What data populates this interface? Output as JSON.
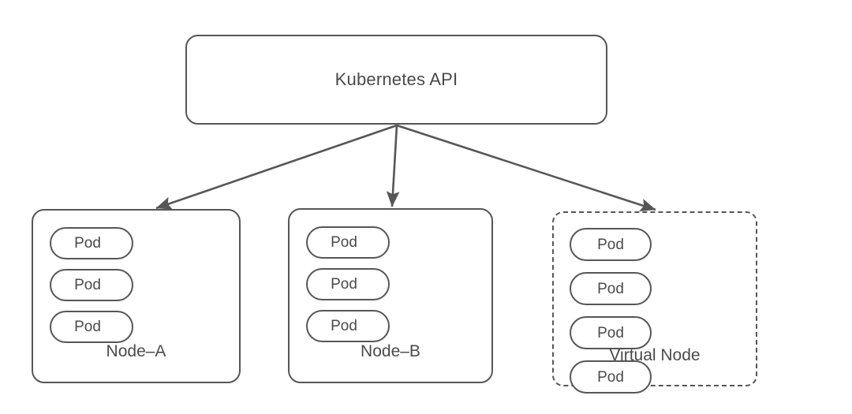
{
  "diagram": {
    "title_node": {
      "label": "Kubernetes API"
    },
    "nodes": [
      {
        "id": "node-a",
        "label": "Node–A",
        "style": "solid",
        "pods": [
          {
            "label": "Pod"
          },
          {
            "label": "Pod"
          },
          {
            "label": "Pod"
          }
        ]
      },
      {
        "id": "node-b",
        "label": "Node–B",
        "style": "solid",
        "pods": [
          {
            "label": "Pod"
          },
          {
            "label": "Pod"
          },
          {
            "label": "Pod"
          }
        ]
      },
      {
        "id": "virtual-node",
        "label": "Virtual Node",
        "style": "dashed",
        "pods": [
          {
            "label": "Pod"
          },
          {
            "label": "Pod"
          },
          {
            "label": "Pod"
          },
          {
            "label": "Pod"
          }
        ]
      }
    ],
    "edges": [
      {
        "from": "Kubernetes API",
        "to": "Node–A"
      },
      {
        "from": "Kubernetes API",
        "to": "Node–B"
      },
      {
        "from": "Kubernetes API",
        "to": "Virtual Node"
      }
    ],
    "colors": {
      "stroke": "#565656",
      "text": "#4a4a4a",
      "background": "#ffffff"
    }
  }
}
